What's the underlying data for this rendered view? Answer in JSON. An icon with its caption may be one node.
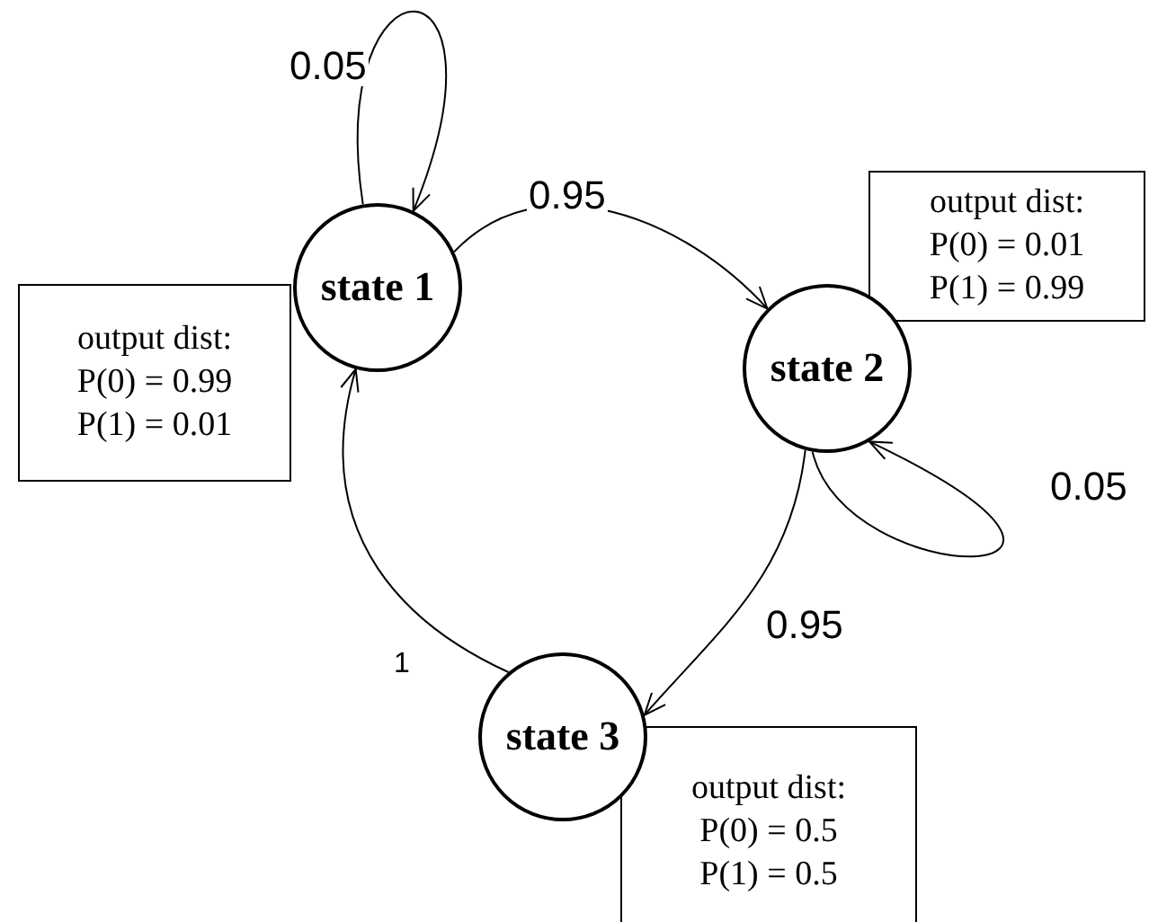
{
  "diagram": {
    "nodes": [
      {
        "text": [
          "state 1"
        ]
      },
      {
        "text": [
          "output dist:",
          "P(0) = 0.99",
          "P(1) = 0.01"
        ]
      },
      {
        "text": [
          "state 2"
        ]
      },
      {
        "text": [
          "output dist:",
          "P(0) = 0.01",
          "P(1) = 0.99"
        ]
      },
      {
        "text": [
          "state 3"
        ]
      },
      {
        "text": [
          "output dist:",
          "P(0) = 0.5",
          "P(1) = 0.5"
        ]
      }
    ],
    "edges": [
      {
        "from": 0,
        "to": 0,
        "arrow": "to",
        "label": "0.05"
      },
      {
        "from": 0,
        "to": 2,
        "arrow": "to",
        "label": "0.95"
      },
      {
        "from": 2,
        "to": 2,
        "arrow": "to",
        "label": "0.05"
      },
      {
        "from": 2,
        "to": 4,
        "arrow": "to",
        "label": "0.95"
      },
      {
        "from": 4,
        "to": 0,
        "arrow": "to",
        "label": "1"
      }
    ]
  }
}
